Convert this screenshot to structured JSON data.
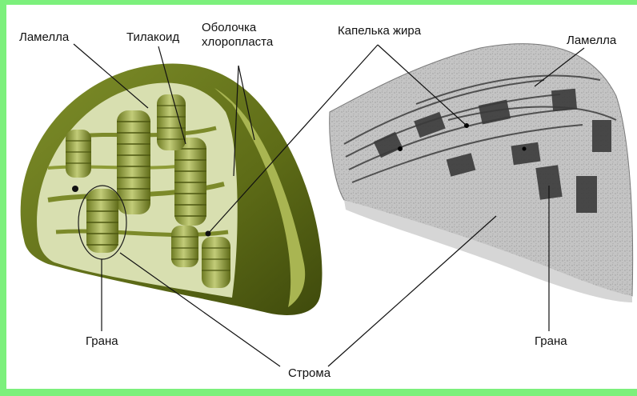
{
  "labels": {
    "lamella_left": "Ламелла",
    "thylakoid": "Тилакоид",
    "envelope_line1": "Оболочка",
    "envelope_line2": "хлоропласта",
    "fat_droplet": "Капелька жира",
    "lamella_right": "Ламелла",
    "grana_left": "Грана",
    "grana_right": "Грана",
    "stroma": "Строма"
  },
  "colors": {
    "frame_green": "#7cf07c",
    "chloroplast_outer": "#6b7a1f",
    "chloroplast_inner": "#8a9a34",
    "stroma_fill": "#d8dfb0",
    "em_gray": "#b8b8b8"
  }
}
